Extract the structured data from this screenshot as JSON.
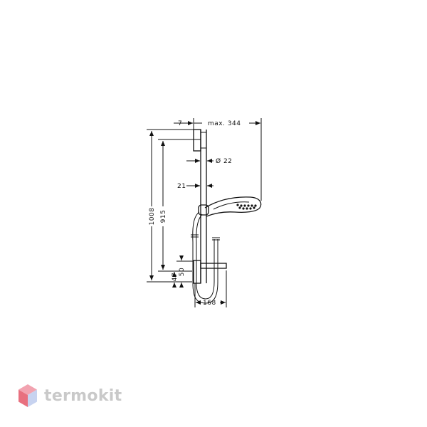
{
  "diagram": {
    "dimensions": {
      "rail_offset": "7",
      "max_reach": "max. 344",
      "rail_diameter": "Ø 22",
      "holder_offset": "21",
      "total_height": "1008",
      "rail_height": "915",
      "height_47": "47",
      "height_50": "50",
      "shelf_width": "168"
    }
  },
  "brand": {
    "name": "termokit",
    "colors": {
      "logo_top": "#f2a3b0",
      "logo_left": "#e8707f",
      "logo_right": "#c7d3f0",
      "text": "#c9c9c9"
    }
  }
}
